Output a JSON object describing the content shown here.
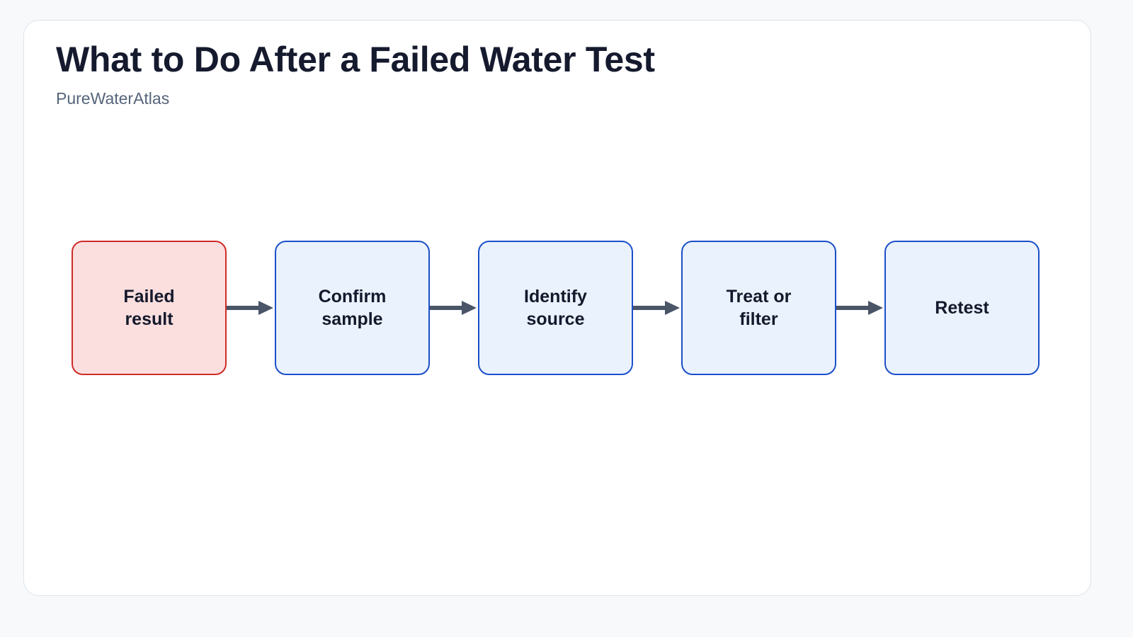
{
  "header": {
    "title": "What to Do After a Failed Water Test",
    "subtitle": "PureWaterAtlas"
  },
  "colors": {
    "page_background": "#f7f9fb",
    "card_background": "#ffffff",
    "card_border": "#dde4ec",
    "title_text": "#151a2e",
    "subtitle_text": "#56657a",
    "node_text": "#15192c",
    "alert_fill": "#fbdfdf",
    "alert_border": "#cf2b28",
    "step_fill": "#eaf2fd",
    "step_border": "#1b4fc9",
    "arrow": "#4a5568"
  },
  "diagram": {
    "type": "flowchart",
    "orientation": "left-to-right",
    "nodes": [
      {
        "id": "failed-result",
        "label": "Failed\nresult",
        "style": "alert"
      },
      {
        "id": "confirm-sample",
        "label": "Confirm\nsample",
        "style": "step"
      },
      {
        "id": "identify-source",
        "label": "Identify\nsource",
        "style": "step"
      },
      {
        "id": "treat-or-filter",
        "label": "Treat or\nfilter",
        "style": "step"
      },
      {
        "id": "retest",
        "label": "Retest",
        "style": "step"
      }
    ],
    "edges": [
      {
        "from": "failed-result",
        "to": "confirm-sample",
        "arrow": "arrow-right-icon"
      },
      {
        "from": "confirm-sample",
        "to": "identify-source",
        "arrow": "arrow-right-icon"
      },
      {
        "from": "identify-source",
        "to": "treat-or-filter",
        "arrow": "arrow-right-icon"
      },
      {
        "from": "treat-or-filter",
        "to": "retest",
        "arrow": "arrow-right-icon"
      }
    ]
  }
}
